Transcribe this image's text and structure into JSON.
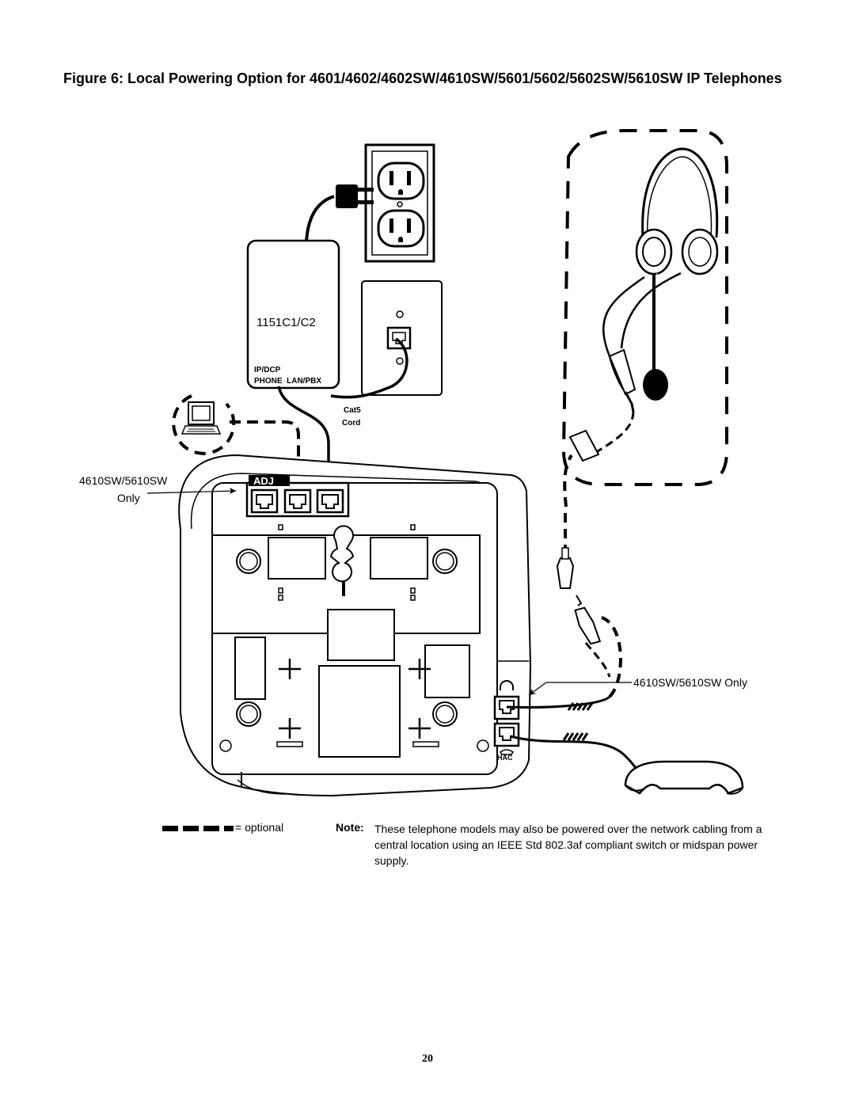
{
  "figure": {
    "caption": "Figure 6: Local Powering Option for 4601/4602/4602SW/4610SW/5601/5602/5602SW/5610SW IP Telephones"
  },
  "power_supply": {
    "model": "1151C1/C2",
    "port_label_top": "IP/DCP",
    "port_label_bottom": "PHONE  LAN/PBX"
  },
  "cable": {
    "line1": "Cat5",
    "line2": "Cord"
  },
  "phone": {
    "adj_label": "ADJ",
    "pc_port_callout_line1": "4610SW/5610SW",
    "pc_port_callout_line2": "Only",
    "headset_port_callout": "4610SW/5610SW Only",
    "hac_label": "HAC"
  },
  "legend": {
    "optional_label": "= optional"
  },
  "note": {
    "label": "Note:",
    "text": "These telephone models may also be powered over the network cabling from a central location using an IEEE Std 802.3af compliant switch or midspan power supply."
  },
  "page": {
    "number": "20"
  }
}
